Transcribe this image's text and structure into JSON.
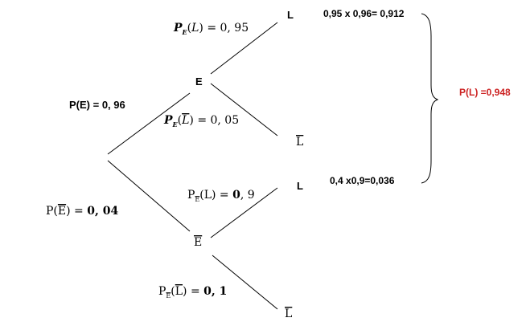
{
  "tree": {
    "nodes": {
      "E": "E",
      "E_bar": "E",
      "L_top": "L",
      "L_bar_top": "L",
      "L_bottom": "L",
      "L_bar_bottom": "L"
    },
    "branches": {
      "p_E": "P(E) = 0, 96",
      "p_Ebar": {
        "prefix": "P(",
        "var": "E",
        "eq": ") = ",
        "val": "0, 04"
      },
      "pE_L": {
        "p": "P",
        "sub": "E",
        "open": "(",
        "var": "L",
        "close": ") = 0, 95"
      },
      "pE_Lbar": {
        "p": "P",
        "sub": "E",
        "open": "(",
        "var": "L",
        "close": ") = 0, 05"
      },
      "pEbar_L": {
        "p": "P",
        "sub": "E",
        "open": "(L) = ",
        "val": "0",
        "rest": ", 9"
      },
      "pEbar_Lbar": {
        "p": "P",
        "sub": "E",
        "open": "(",
        "var": "L",
        "close": ") = ",
        "val": "0, 1"
      }
    },
    "results": {
      "product_1": "0,95 x 0,96= 0,912",
      "product_2": "0,4 x0,9=0,036",
      "total": "P(L) =0,948"
    },
    "colors": {
      "line": "#000000",
      "total": "#cc2222"
    }
  }
}
